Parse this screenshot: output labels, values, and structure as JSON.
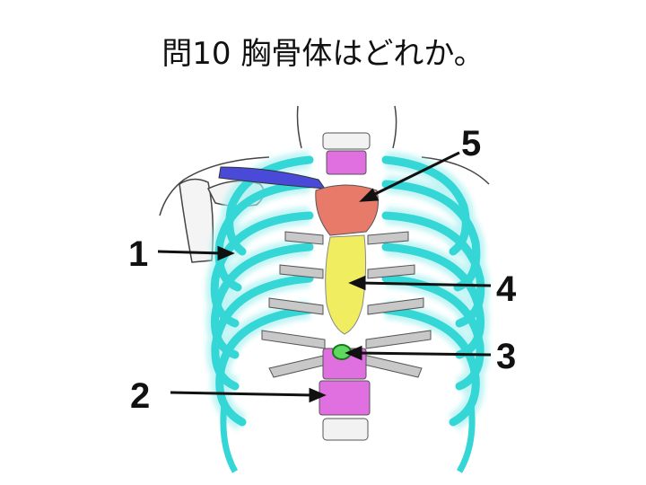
{
  "title": "問10 胸骨体はどれか。",
  "labels": {
    "l1": "1",
    "l2": "2",
    "l3": "3",
    "l4": "4",
    "l5": "5"
  },
  "colors": {
    "ribs": "#34d6d6",
    "rib_glow": "#a8f0f0",
    "clavicle": "#4a4ad8",
    "manubrium": "#e87a6a",
    "sternum_body": "#f0ee60",
    "xiphoid": "#5ed85e",
    "vertebra": "#e070e0",
    "line": "#333333",
    "text": "#111111"
  }
}
